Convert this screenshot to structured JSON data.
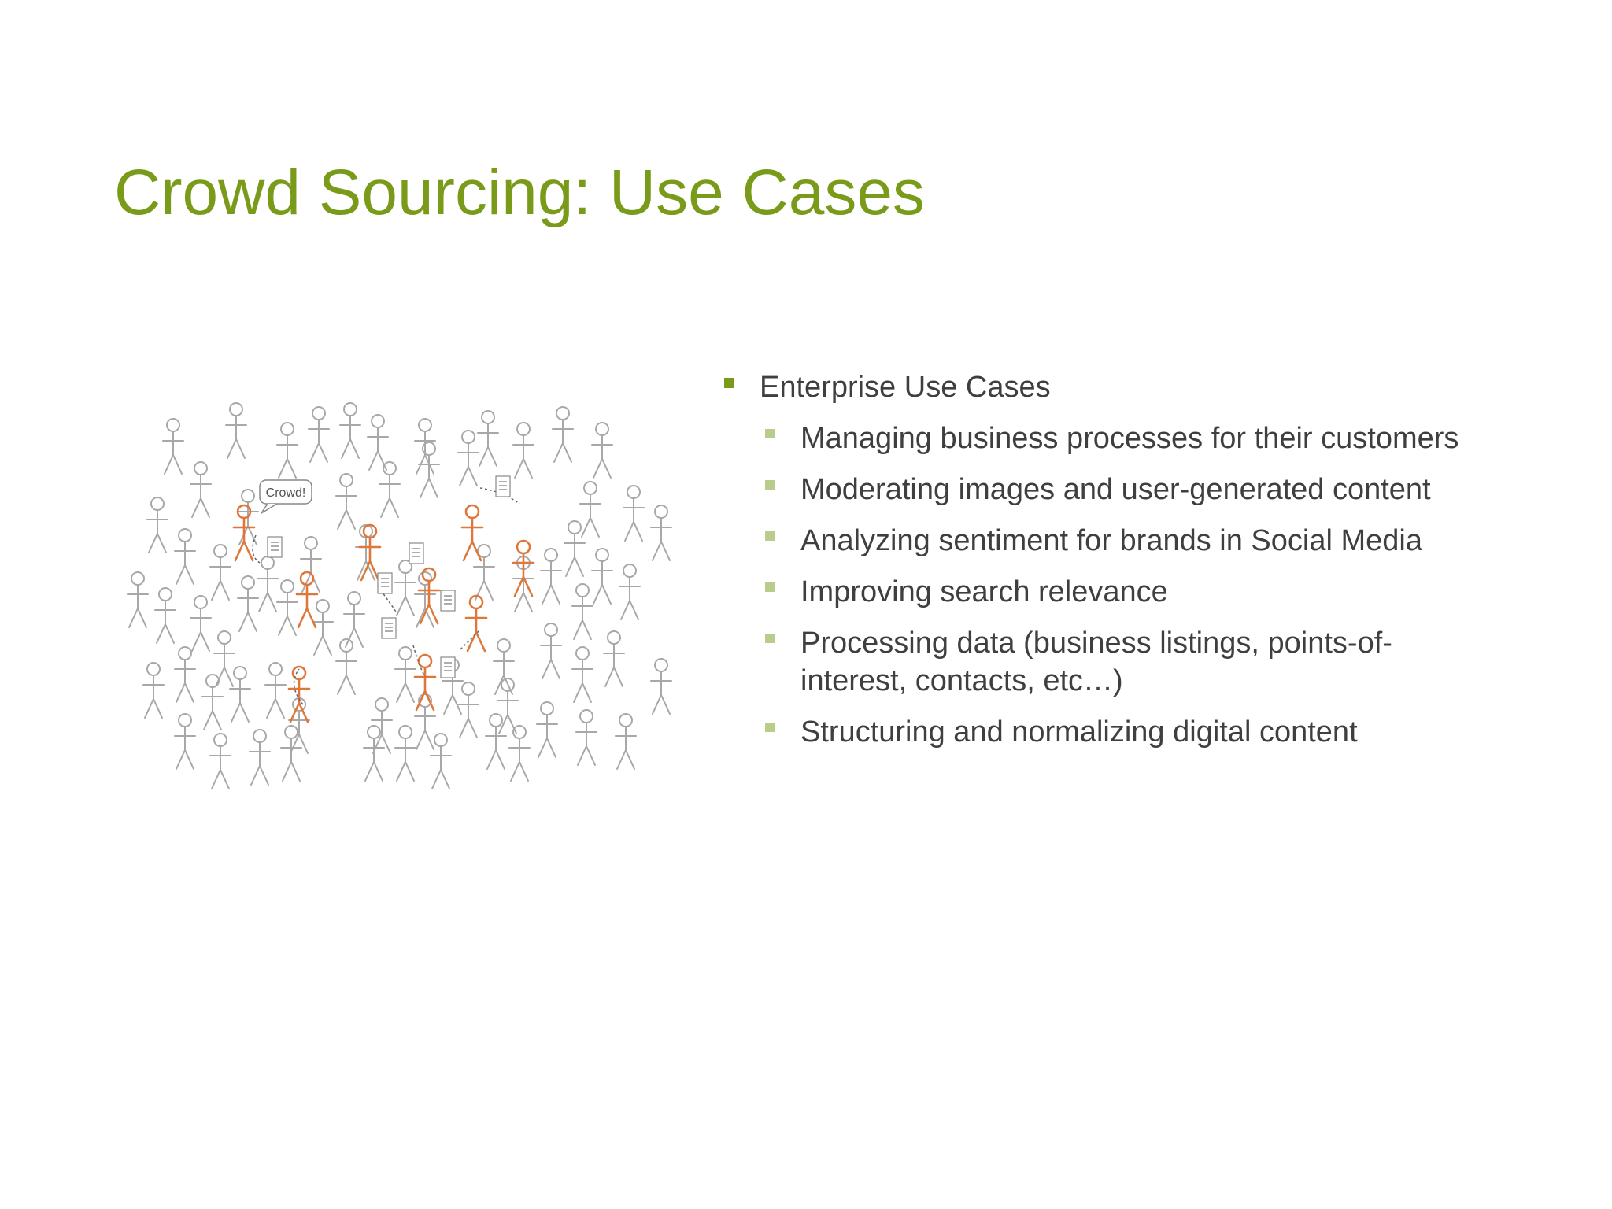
{
  "slide": {
    "title": "Crowd Sourcing: Use Cases",
    "colors": {
      "title": "#7a9a1a",
      "bullet_l1": "#7a9a1a",
      "bullet_l2": "#b9cc8a",
      "text": "#3f3f3f",
      "figure_gray": "#a8a8a8",
      "figure_orange": "#e0773a"
    }
  },
  "illustration": {
    "description_icon": "crowd-of-stick-figures-icon",
    "speech_bubble": "Crowd!"
  },
  "bullets": {
    "heading": "Enterprise Use Cases",
    "items": [
      {
        "text": "Managing business processes for their customers"
      },
      {
        "text": "Moderating images and user-generated content"
      },
      {
        "text": "Analyzing sentiment for brands in Social Media"
      },
      {
        "text": "Improving search relevance"
      },
      {
        "text": "Processing data (business listings, points-of-interest, contacts, etc…)"
      },
      {
        "text": "Structuring and normalizing digital content"
      }
    ]
  }
}
